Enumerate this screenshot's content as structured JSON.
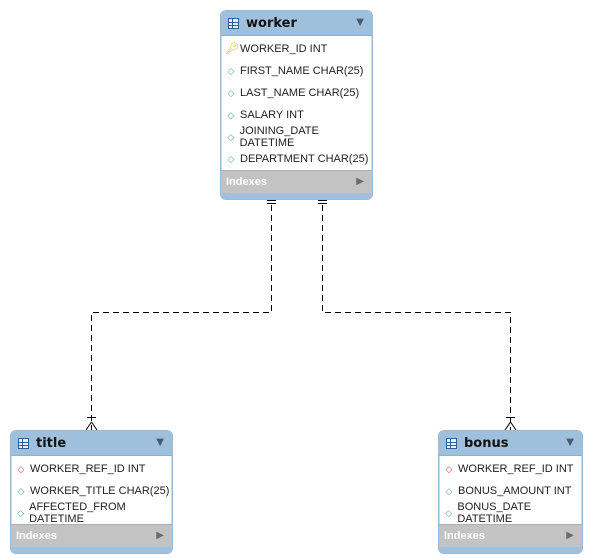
{
  "tables": {
    "worker": {
      "name": "worker",
      "columns": [
        {
          "text": "WORKER_ID INT",
          "icon": "key-icon"
        },
        {
          "text": "FIRST_NAME CHAR(25)",
          "icon": "column-icon"
        },
        {
          "text": "LAST_NAME CHAR(25)",
          "icon": "column-icon"
        },
        {
          "text": "SALARY INT",
          "icon": "column-icon"
        },
        {
          "text": "JOINING_DATE DATETIME",
          "icon": "column-icon"
        },
        {
          "text": "DEPARTMENT CHAR(25)",
          "icon": "column-icon"
        }
      ],
      "indexes_label": "Indexes"
    },
    "title": {
      "name": "title",
      "columns": [
        {
          "text": "WORKER_REF_ID INT",
          "icon": "foreign-key-icon"
        },
        {
          "text": "WORKER_TITLE CHAR(25)",
          "icon": "column-icon"
        },
        {
          "text": "AFFECTED_FROM DATETIME",
          "icon": "column-icon"
        }
      ],
      "indexes_label": "Indexes"
    },
    "bonus": {
      "name": "bonus",
      "columns": [
        {
          "text": "WORKER_REF_ID INT",
          "icon": "foreign-key-icon"
        },
        {
          "text": "BONUS_AMOUNT INT",
          "icon": "column-icon"
        },
        {
          "text": "BONUS_DATE DATETIME",
          "icon": "column-icon"
        }
      ],
      "indexes_label": "Indexes"
    }
  },
  "relationships": [
    {
      "from": "worker",
      "to": "title",
      "type": "one-to-many"
    },
    {
      "from": "worker",
      "to": "bonus",
      "type": "one-to-many"
    }
  ],
  "colors": {
    "header": "#9fc0dc",
    "footer": "#c3c3c3",
    "line": "#000000"
  }
}
